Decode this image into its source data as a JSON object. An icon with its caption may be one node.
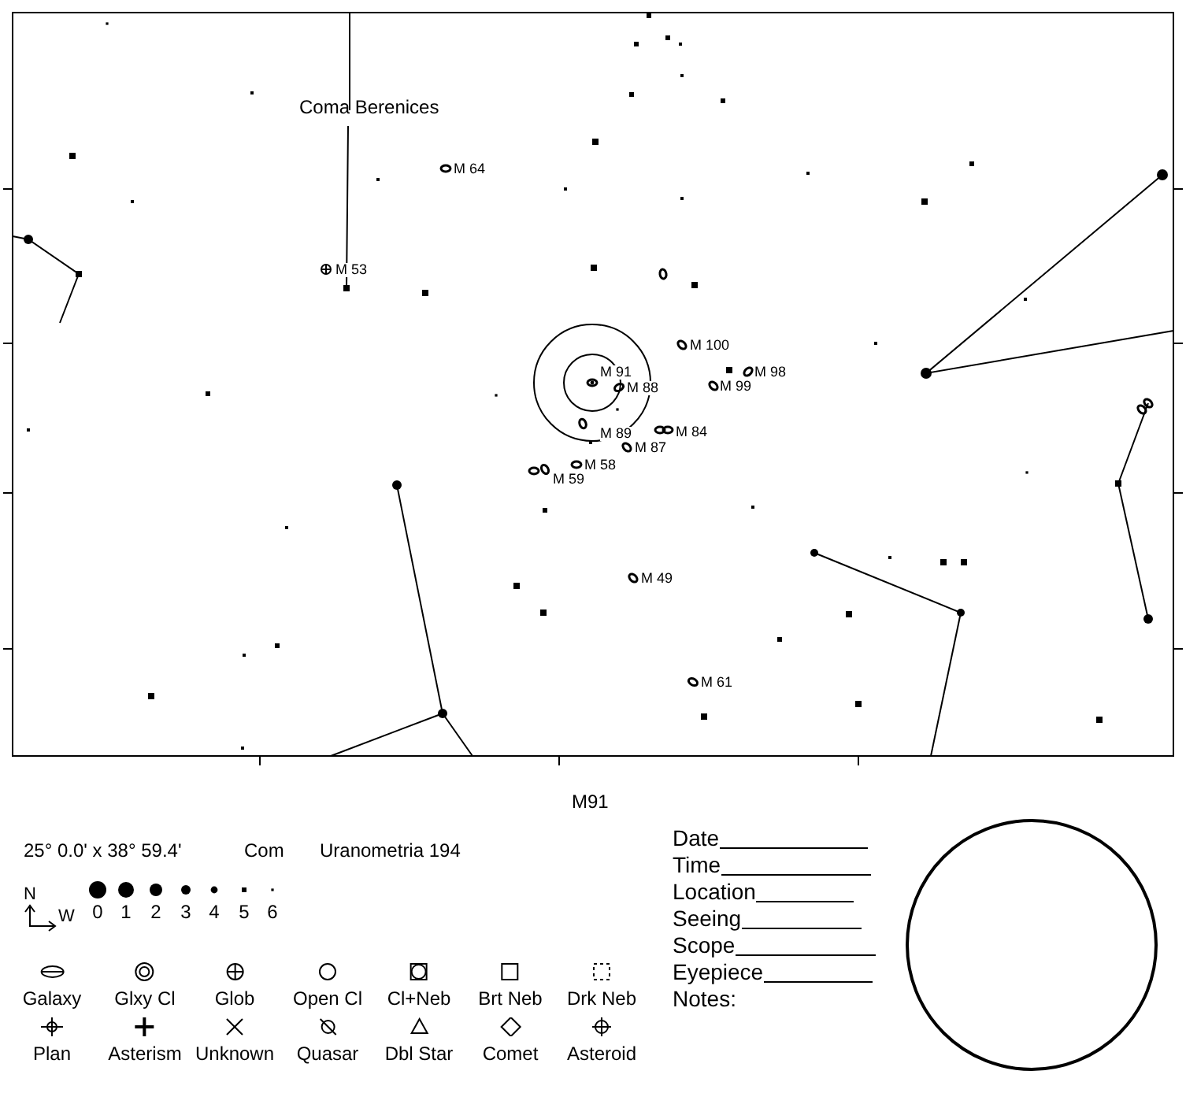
{
  "diagram": {
    "title": "M91",
    "nodes": [
      {
        "text": [],
        "shape": "circle"
      }
    ],
    "labels": [
      "Coma Berenices",
      "M 64",
      "M 53",
      "M 100",
      "M 91",
      "M 98",
      "M 88",
      "M 99",
      "M 89",
      "M 84",
      "M 87",
      "M 58",
      "M 59",
      "M 49",
      "M 61",
      "25° 0.0' x 38° 59.4'",
      "Com",
      "Uranometria 194",
      "N",
      "W",
      "Date",
      "Time",
      "Location",
      "Seeing",
      "Scope",
      "Eyepiece",
      "Notes:"
    ],
    "legend": [
      {
        "text": "0"
      },
      {
        "text": "1"
      },
      {
        "text": "2"
      },
      {
        "text": "3"
      },
      {
        "text": "4"
      },
      {
        "text": "5"
      },
      {
        "text": "6"
      },
      {
        "text": "Galaxy"
      },
      {
        "text": "Glxy Cl"
      },
      {
        "text": "Glob"
      },
      {
        "text": "Open Cl"
      },
      {
        "text": "Cl+Neb"
      },
      {
        "text": "Brt Neb"
      },
      {
        "text": "Drk Neb"
      },
      {
        "text": "Plan"
      },
      {
        "text": "Asterism"
      },
      {
        "text": "Unknown"
      },
      {
        "text": "Quasar"
      },
      {
        "text": "Dbl Star"
      },
      {
        "text": "Comet"
      },
      {
        "text": "Asteroid"
      }
    ]
  }
}
